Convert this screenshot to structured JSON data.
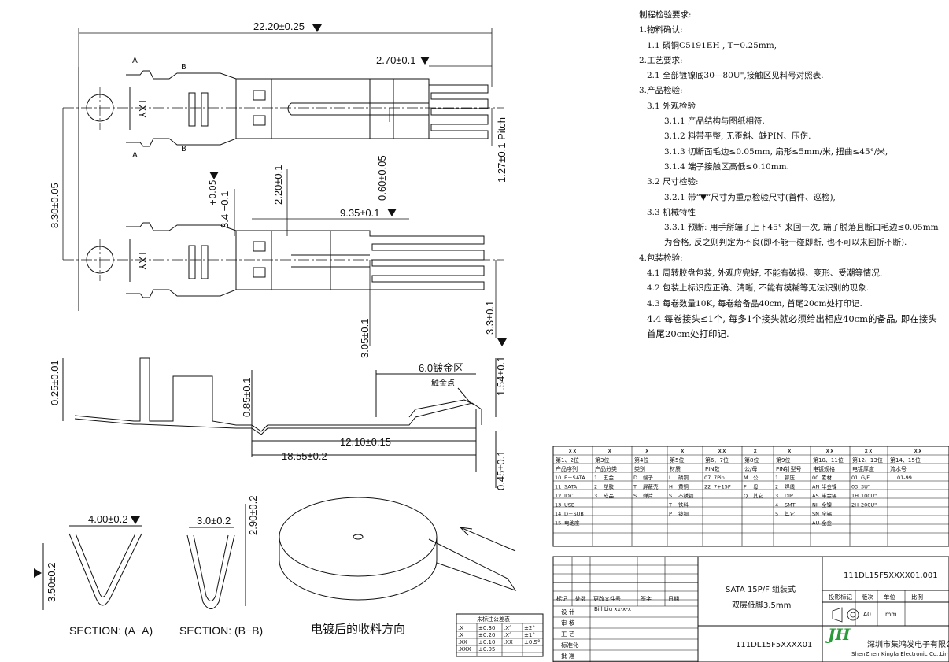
{
  "dimensions": {
    "d1": "22.20±0.25",
    "d2": "2.70±0.1",
    "d3": "1.27±0.1 Pitch",
    "d4": "8.30±0.05",
    "d5": "0.60±0.05",
    "d6": "2.20±0.1",
    "d7": "+0.05",
    "d7b": "3.4 −0.1",
    "d8": "9.35±0.1",
    "d9": "3.05±0.1",
    "d10": "3.3±0.1",
    "d11": "0.25±0.01",
    "d12": "0.85±0.1",
    "d13": "6.0镀金区",
    "d14": "触金点",
    "d15": "1.54±0.1",
    "d16": "12.10±0.15",
    "d17": "18.55±0.2",
    "d18": "0.45±0.1",
    "d19": "4.00±0.2",
    "d20": "3.0±0.2",
    "d21": "2.90±0.2",
    "d22": "3.50±0.2"
  },
  "labels": {
    "section_a": "SECTION: (A−A)",
    "section_b": "SECTION: (B−B)",
    "reel_caption": "电镀后的收料方向",
    "txy": "TXY",
    "a": "A",
    "b": "B"
  },
  "notes": [
    "制程检验要求:",
    "1.物料确认:",
    "1.1  磷铜C5191EH , T=0.25mm,",
    "2.工艺要求:",
    "2.1  全部镀镍底30—80U\",接触区见料号对照表.",
    "3.产品检验:",
    "3.1 外观检验",
    "3.1.1 产品结构与图纸相符.",
    "3.1.2 料带平整, 无歪斜、缺PIN、压伤.",
    "3.1.3 切断面毛边≤0.05mm, 扇形≤5mm/米, 扭曲≤45°/米,",
    "3.1.4 端子接触区高低≤0.10mm.",
    "3.2 尺寸检验:",
    "3.2.1  带“▼”尺寸为重点检验尺寸(首件、巡检),",
    "3.3 机械特性",
    "3.3.1 预断: 用手掰端子上下45° 来回一次, 端子脱落且断口毛边≤0.05mm为合格, 反之则判定为不良(即不能一碰即断, 也不可以来回折不断).",
    "4.包装检验:",
    "4.1 周转胶盘包装, 外观应完好, 不能有破损、变形、受潮等情况.",
    "4.2 包装上标识应正确、清晰, 不能有模糊等无法识别的现象.",
    "4.3 每卷数量10K, 每卷给备品40cm, 首尾20cm处打印记.",
    "4.4 每卷接头≤1个, 每多1个接头就必须给出相应40cm的备品, 即在接头首尾20cm处打印记."
  ],
  "code_table": {
    "header1": [
      "XX",
      "X",
      "X",
      "X",
      "XX",
      "X",
      "X",
      "XX",
      "XX",
      "XX"
    ],
    "header2": [
      "第1、2位",
      "第3位",
      "第4位",
      "第5位",
      "第6、7位",
      "第8位",
      "第9位",
      "第10、11位",
      "第12、13位",
      "第14、15位"
    ],
    "header3": [
      "产品序列",
      "产品分类",
      "类别",
      "材质",
      "PIN数",
      "公/母",
      "PIN针型号",
      "电镀规格",
      "电镀厚度",
      "流水号"
    ],
    "rows": [
      [
        "10",
        "E－SATA",
        "1",
        "五金",
        "D",
        "端子",
        "L",
        "磷铜",
        "07",
        "7Pin",
        "M",
        "公",
        "1",
        "铆压",
        "00",
        "素材",
        "01",
        "G/F",
        "01-99"
      ],
      [
        "11",
        "SATA",
        "2",
        "塑胶",
        "T",
        "屏蔽壳",
        "H",
        "黄铜",
        "22",
        "7+15P",
        "F",
        "母",
        "2",
        "焊线",
        "AN",
        "半金镍",
        "03",
        "3U\"",
        ""
      ],
      [
        "12",
        "IDC",
        "3",
        "成品",
        "S",
        "弹片",
        "S",
        "不锈钢",
        "",
        "",
        "Q",
        "其它",
        "3",
        "DIP",
        "AS",
        "半金锡",
        "1H",
        "100U\"",
        ""
      ],
      [
        "13",
        "USB",
        "",
        "",
        "",
        "",
        "T",
        "铁料",
        "",
        "",
        "",
        "",
        "4",
        "SMT",
        "NI",
        "全镍",
        "2H",
        "200U\"",
        ""
      ],
      [
        "14",
        "D－SUB",
        "",
        "",
        "",
        "",
        "P",
        "铍铜",
        "",
        "",
        "",
        "",
        "5",
        "其它",
        "SN",
        "全锡",
        "",
        "",
        ""
      ],
      [
        "15",
        "电池座",
        "",
        "",
        "",
        "",
        "",
        "",
        "",
        "",
        "",
        "",
        "",
        "",
        "AU",
        "全金",
        "",
        "",
        ""
      ]
    ]
  },
  "tolerance_table": {
    "title": "未标注公差表",
    "rows": [
      [
        ".X",
        "±0.30",
        ".X°",
        "±2°"
      ],
      [
        ".X",
        "±0.20",
        ".X°",
        "±1°"
      ],
      [
        ".XX",
        "±0.10",
        ".XX",
        "±0.5°"
      ],
      [
        ".XXX",
        "±0.05",
        "",
        ""
      ]
    ]
  },
  "title_block": {
    "part_no_top": "111DL15F5XXXX01.001",
    "part_no_bottom": "111DL15F5XXXX01",
    "title_line1": "SATA 15P/F 组装式",
    "title_line2": "双层低脚3.5mm",
    "rev_headers": [
      "标记",
      "处数",
      "更改文件号",
      "签字",
      "日期"
    ],
    "roles": [
      "设  计",
      "审  核",
      "工  艺",
      "标准化",
      "批  准"
    ],
    "designer": "Bill Liu xx-x-x",
    "meta_headers": [
      "投影标记",
      "版次",
      "单位",
      "比例"
    ],
    "meta_values": [
      "",
      "A0",
      "mm",
      ""
    ],
    "company_cn": "深圳市集鸿发电子有限公司",
    "company_en": "ShenZhen Kingfa Electronic Co.,Limited",
    "logo": "JH"
  }
}
